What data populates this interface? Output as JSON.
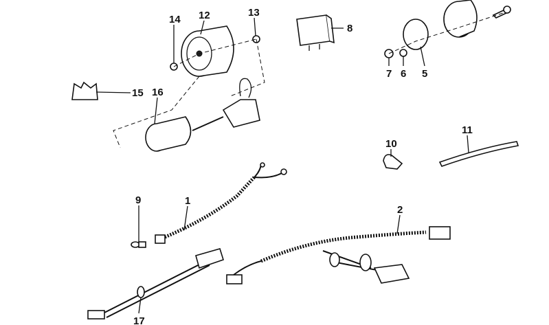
{
  "diagram": {
    "type": "exploded parts diagram",
    "callouts": [
      "14",
      "12",
      "13",
      "8",
      "7",
      "6",
      "5",
      "15",
      "16",
      "10",
      "11",
      "9",
      "1",
      "2",
      "17"
    ],
    "ink_color": "#111111",
    "background_color": "#ffffff"
  }
}
